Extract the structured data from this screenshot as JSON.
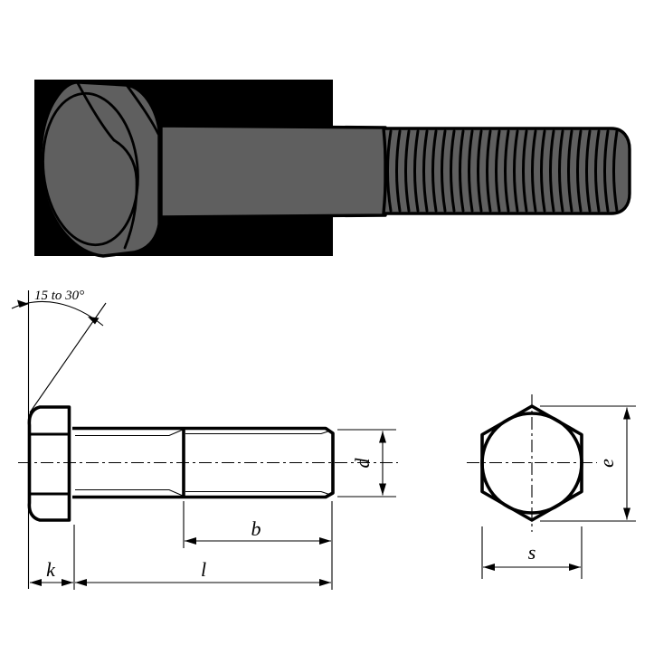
{
  "figure": "hex-bolt-technical-drawing",
  "photo": {
    "background": "#000000",
    "bolt_fill": "#5f5f5f",
    "outline": "#000000",
    "thread_count": 26
  },
  "drawing": {
    "line_color": "#000000",
    "angle_label": "15 to 30°",
    "labels": {
      "d": "d",
      "b": "b",
      "l": "l",
      "k": "k",
      "e": "e",
      "s": "s"
    }
  }
}
